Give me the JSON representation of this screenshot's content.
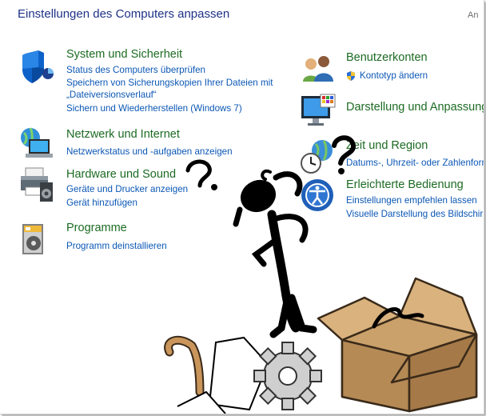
{
  "header": {
    "title": "Einstellungen des Computers anpassen",
    "view_label": "An"
  },
  "left": [
    {
      "heading": "System und Sicherheit",
      "icon": "shield-icon",
      "links": [
        "Status des Computers überprüfen",
        "Speichern von Sicherungskopien Ihrer Dateien mit",
        "„Dateiversionsverlauf“",
        "Sichern und Wiederherstellen (Windows 7)"
      ]
    },
    {
      "heading": "Netzwerk und Internet",
      "icon": "network-icon",
      "links": [
        "Netzwerkstatus und -aufgaben anzeigen"
      ]
    },
    {
      "heading": "Hardware und Sound",
      "icon": "printer-icon",
      "links": [
        "Geräte und Drucker anzeigen",
        "Gerät hinzufügen"
      ]
    },
    {
      "heading": "Programme",
      "icon": "programs-icon",
      "links": [
        "Programm deinstallieren"
      ]
    }
  ],
  "right": [
    {
      "heading": "Benutzerkonten",
      "icon": "users-icon",
      "links": [
        "Kontotyp ändern"
      ]
    },
    {
      "heading": "Darstellung und Anpassung",
      "icon": "display-icon",
      "links": []
    },
    {
      "heading": "Zeit und Region",
      "icon": "clock-globe-icon",
      "links": [
        "Datums-, Uhrzeit- oder Zahlenformat ändern"
      ]
    },
    {
      "heading": "Erleichterte Bedienung",
      "icon": "accessibility-icon",
      "links": [
        "Einstellungen empfehlen lassen",
        "Visuelle Darstellung des Bildschirms optimieren"
      ]
    }
  ],
  "colors": {
    "title": "#1e3287",
    "heading": "#1c6b23",
    "link": "#0b57b5"
  }
}
